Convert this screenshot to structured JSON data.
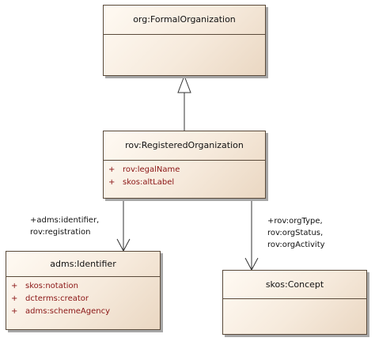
{
  "classes": {
    "formal_organization": {
      "name": "org:FormalOrganization",
      "attributes": []
    },
    "registered_organization": {
      "name": "rov:RegisteredOrganization",
      "attributes": [
        {
          "visibility": "+",
          "label": "rov:legalName"
        },
        {
          "visibility": "+",
          "label": "skos:altLabel"
        }
      ]
    },
    "identifier": {
      "name": "adms:Identifier",
      "attributes": [
        {
          "visibility": "+",
          "label": "skos:notation"
        },
        {
          "visibility": "+",
          "label": "dcterms:creator"
        },
        {
          "visibility": "+",
          "label": "adms:schemeAgency"
        }
      ]
    },
    "concept": {
      "name": "skos:Concept",
      "attributes": []
    }
  },
  "associations": {
    "to_identifier": {
      "roles": [
        "+adms:identifier,",
        "rov:registration"
      ]
    },
    "to_concept": {
      "roles": [
        "+rov:orgType,",
        "rov:orgStatus,",
        "rov:orgActivity"
      ]
    }
  },
  "colors": {
    "border": "#5a4a3a",
    "attribute_text": "#8a1414",
    "fill_light": "#fffaf3",
    "fill_dark": "#ead7c2"
  }
}
